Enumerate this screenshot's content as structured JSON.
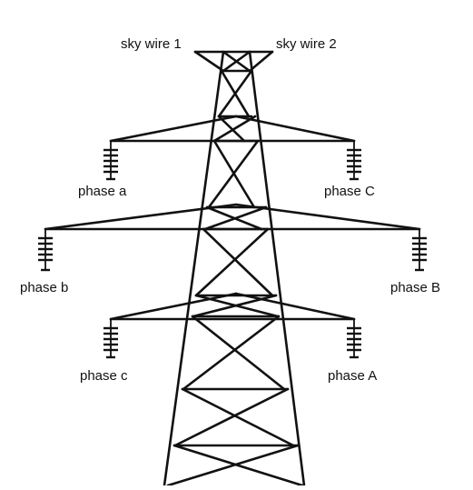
{
  "labels": {
    "sky_wire_1": "sky wire 1",
    "sky_wire_2": "sky wire 2",
    "phase_a_lower": "phase a",
    "phase_C_upper": "phase C",
    "phase_b_lower": "phase b",
    "phase_B_upper": "phase B",
    "phase_c_lower": "phase c",
    "phase_A_upper": "phase A"
  },
  "colors": {
    "line": "#111111",
    "background": "#ffffff"
  }
}
